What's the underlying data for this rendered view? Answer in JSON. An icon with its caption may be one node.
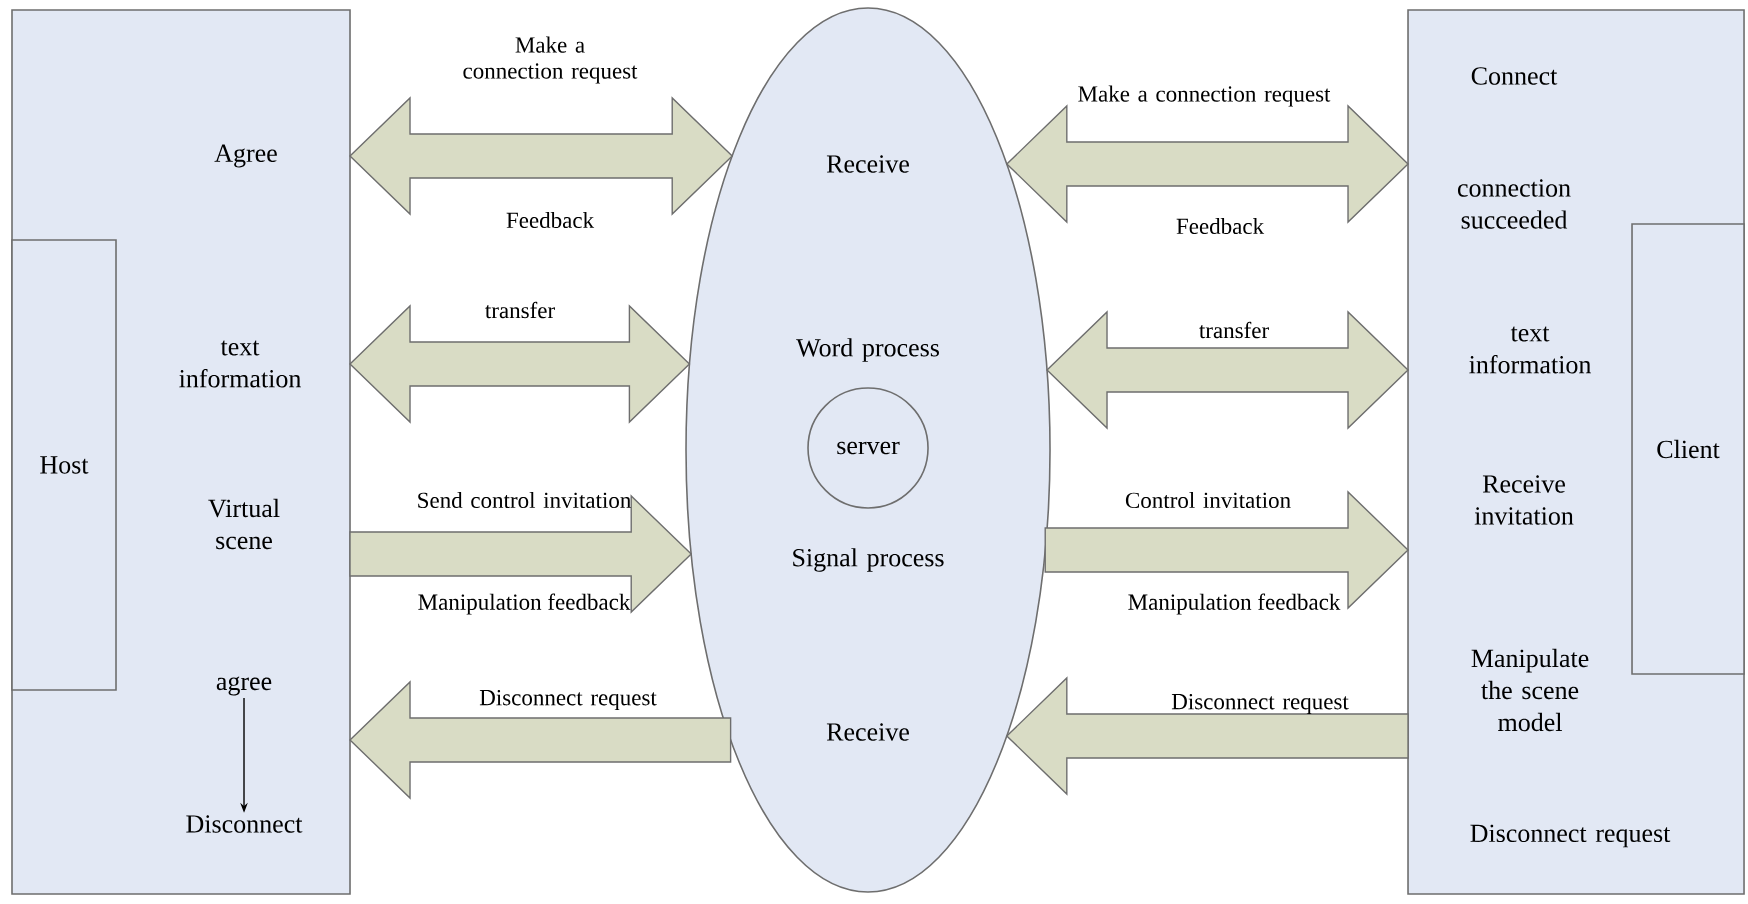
{
  "diagram": {
    "nodes": [
      {
        "text": [],
        "shape": "box"
      },
      {
        "text": [
          "Host"
        ],
        "in": 0
      },
      {
        "text": [
          "Agree"
        ],
        "in": 0
      },
      {
        "text": [
          "text information"
        ],
        "in": 0
      },
      {
        "text": [
          "Virtual scene"
        ],
        "in": 0
      },
      {
        "text": [
          "agree"
        ],
        "in": 0
      },
      {
        "text": [
          "Disconnect"
        ],
        "in": 0
      },
      {
        "text": [],
        "shape": "ellipse"
      },
      {
        "text": [
          "Receive"
        ],
        "in": 7
      },
      {
        "text": [
          "Word process"
        ],
        "in": 7
      },
      {
        "text": [
          "server"
        ],
        "in": 7
      },
      {
        "text": [
          "Signal process"
        ],
        "in": 7
      },
      {
        "text": [
          "Receive"
        ],
        "in": 7
      },
      {
        "text": [],
        "shape": "box"
      },
      {
        "text": [
          "Client"
        ],
        "in": 13
      },
      {
        "text": [
          "Connect"
        ],
        "in": 13
      },
      {
        "text": [
          "connection succeeded"
        ],
        "in": 13
      },
      {
        "text": [
          "text information"
        ],
        "in": 13
      },
      {
        "text": [
          "Receive invitation"
        ],
        "in": 13
      },
      {
        "text": [
          "Manipulate the scene model"
        ],
        "in": 13
      },
      {
        "text": [
          "Disconnect request"
        ],
        "in": 13
      }
    ],
    "edges": [
      {
        "from": 0,
        "to": 7,
        "arrow": "both",
        "label": "Make a connection request"
      },
      {
        "from": 0,
        "to": 7,
        "arrow": "both",
        "label": "transfer"
      },
      {
        "from": 0,
        "to": 7,
        "arrow": "to",
        "label": "Send control invitation"
      },
      {
        "from": 7,
        "to": 0,
        "arrow": "to",
        "label": "Disconnect request"
      },
      {
        "from": 7,
        "to": 13,
        "arrow": "both",
        "label": "Make a connection request"
      },
      {
        "from": 7,
        "to": 13,
        "arrow": "both",
        "label": "transfer"
      },
      {
        "from": 7,
        "to": 13,
        "arrow": "to",
        "label": "Control invitation"
      },
      {
        "from": 13,
        "to": 7,
        "arrow": "to",
        "label": "Disconnect request"
      },
      {
        "from": 5,
        "to": 6,
        "arrow": "to"
      }
    ],
    "labels": [
      "Feedback",
      "Manipulation feedback",
      "Feedback",
      "Manipulation feedback"
    ]
  }
}
